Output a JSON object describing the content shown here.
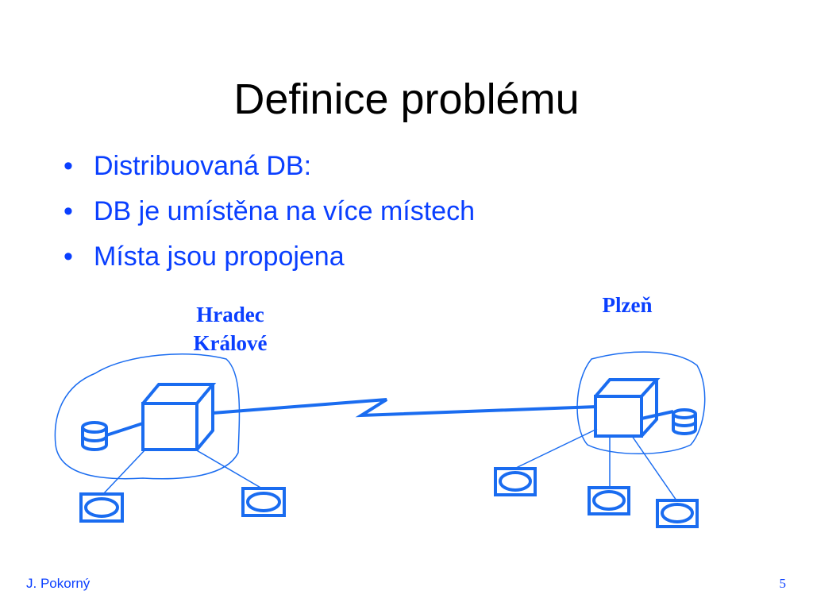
{
  "slide": {
    "title": "Definice problému",
    "bullets": [
      "Distribuovaná DB:",
      "DB je umístěna na více místech",
      "Místa jsou propojena"
    ]
  },
  "diagram": {
    "sites": [
      {
        "line1": "Hradec",
        "line2": "Králové"
      },
      {
        "line1": "Plzeň"
      }
    ]
  },
  "footer": {
    "author": "J. Pokorný",
    "page": "5"
  },
  "colors": {
    "accent": "#0a3fff",
    "title": "#000000",
    "diagram": "#1a6cf0"
  }
}
